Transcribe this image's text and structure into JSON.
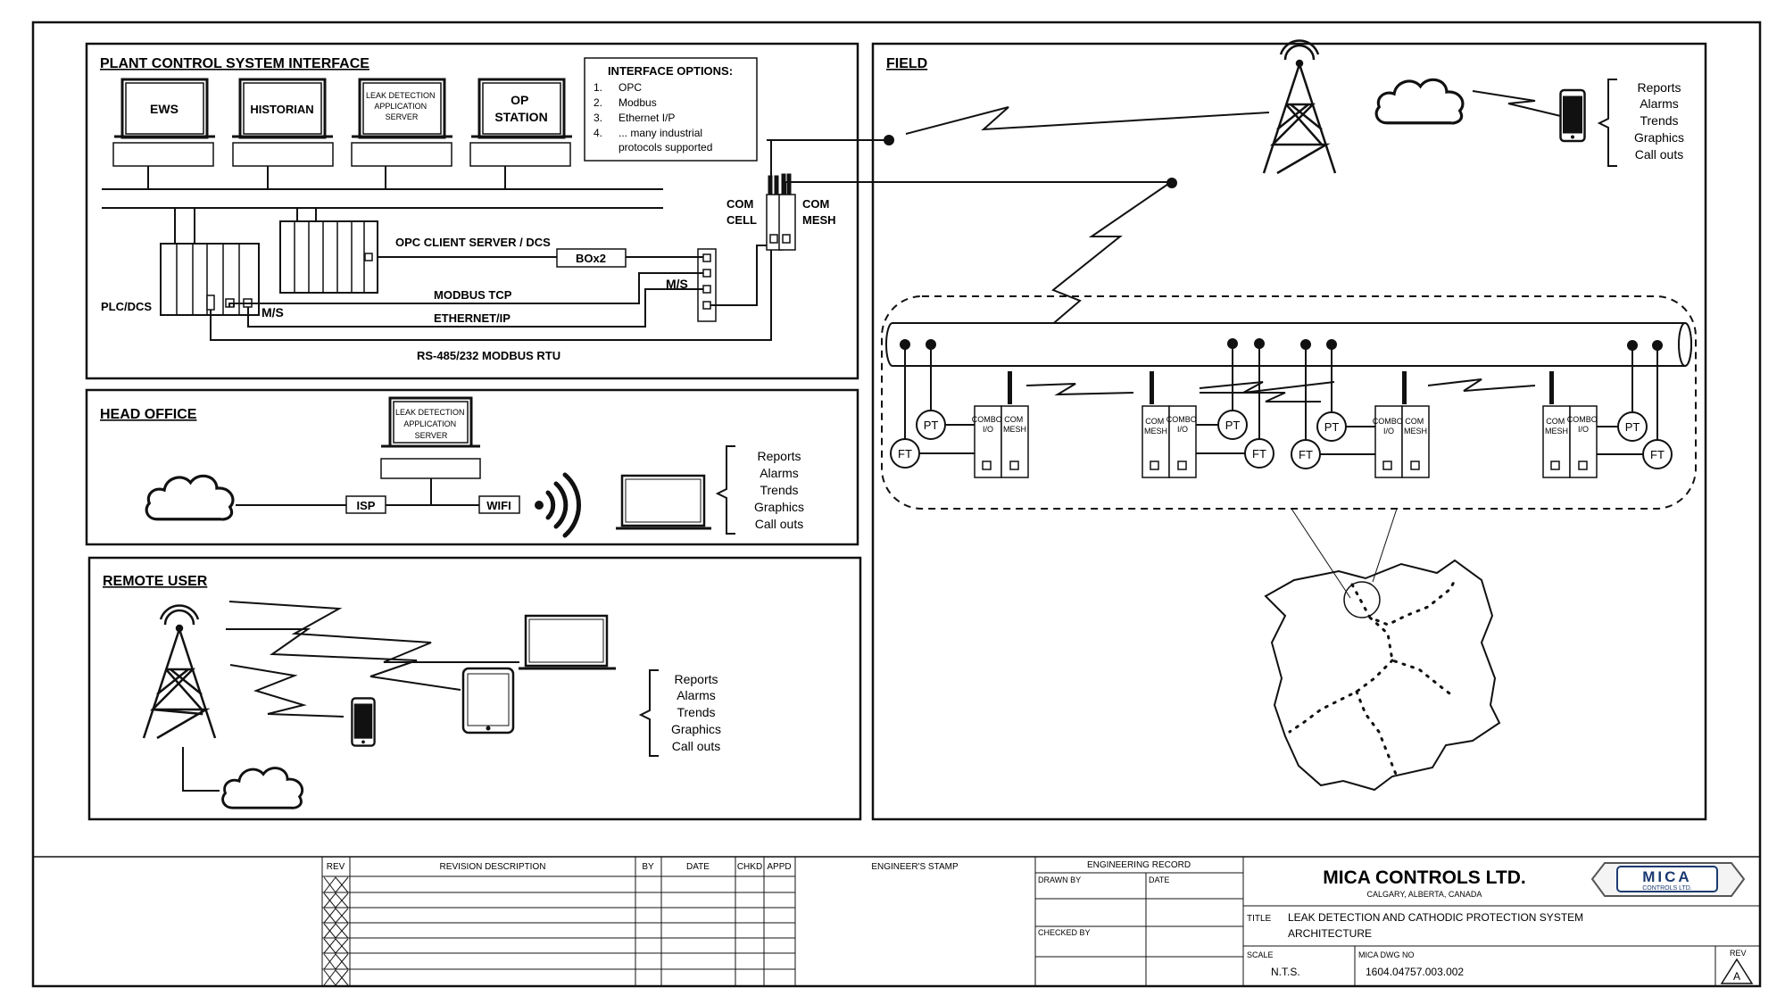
{
  "plant": {
    "title": "PLANT CONTROL SYSTEM INTERFACE",
    "ws": {
      "ews": "EWS",
      "historian": "HISTORIAN",
      "leak": [
        "LEAK DETECTION",
        "APPLICATION",
        "SERVER"
      ],
      "op": [
        "OP",
        "STATION"
      ]
    },
    "interface_title": "INTERFACE OPTIONS:",
    "interface_items": [
      {
        "n": "1.",
        "t": "OPC"
      },
      {
        "n": "2.",
        "t": "Modbus"
      },
      {
        "n": "3.",
        "t": "Ethernet I/P"
      },
      {
        "n": "4.",
        "t": "... many industrial"
      },
      {
        "n": "",
        "t": "protocols supported"
      }
    ],
    "opc_label": "OPC CLIENT SERVER / DCS",
    "box2": "BOx2",
    "plc": "PLC/DCS",
    "ms": "M/S",
    "modbus_tcp": "MODBUS TCP",
    "ethernet_ip": "ETHERNET/IP",
    "rs485": "RS-485/232 MODBUS RTU",
    "com_cell": [
      "COM",
      "CELL"
    ],
    "com_mesh": [
      "COM",
      "MESH"
    ]
  },
  "head": {
    "title": "HEAD OFFICE",
    "server": [
      "LEAK DETECTION",
      "APPLICATION",
      "SERVER"
    ],
    "isp": "ISP",
    "wifi": "WIFI",
    "list": [
      "Reports",
      "Alarms",
      "Trends",
      "Graphics",
      "Call outs"
    ]
  },
  "remote": {
    "title": "REMOTE USER",
    "list": [
      "Reports",
      "Alarms",
      "Trends",
      "Graphics",
      "Call outs"
    ]
  },
  "field": {
    "title": "FIELD",
    "list": [
      "Reports",
      "Alarms",
      "Trends",
      "Graphics",
      "Call outs"
    ],
    "pt": "PT",
    "ft": "FT",
    "combo_io": [
      "COMBO",
      "I/O"
    ],
    "com_mesh": [
      "COM",
      "MESH"
    ]
  },
  "titleblock": {
    "headers": {
      "rev": "REV",
      "desc": "REVISION DESCRIPTION",
      "by": "BY",
      "date": "DATE",
      "chkd": "CHKD",
      "appd": "APPD",
      "stamp": "ENGINEER'S STAMP",
      "eng_record": "ENGINEERING RECORD",
      "drawn_by": "DRAWN BY",
      "date2": "DATE",
      "checked_by": "CHECKED BY"
    },
    "company": "MICA CONTROLS LTD.",
    "location": "CALGARY, ALBERTA, CANADA",
    "logo_main": "MICA",
    "logo_sub": "CONTROLS LTD.",
    "title_label": "TITLE",
    "title_lines": [
      "LEAK DETECTION AND CATHODIC PROTECTION SYSTEM",
      "ARCHITECTURE"
    ],
    "scale_label": "SCALE",
    "scale": "N.T.S.",
    "dwg_label": "MICA DWG NO",
    "dwg_no": "1604.04757.003.002",
    "rev_label": "REV",
    "rev_value": "A"
  },
  "colors": {
    "line": "#111111",
    "background": "#ffffff"
  }
}
